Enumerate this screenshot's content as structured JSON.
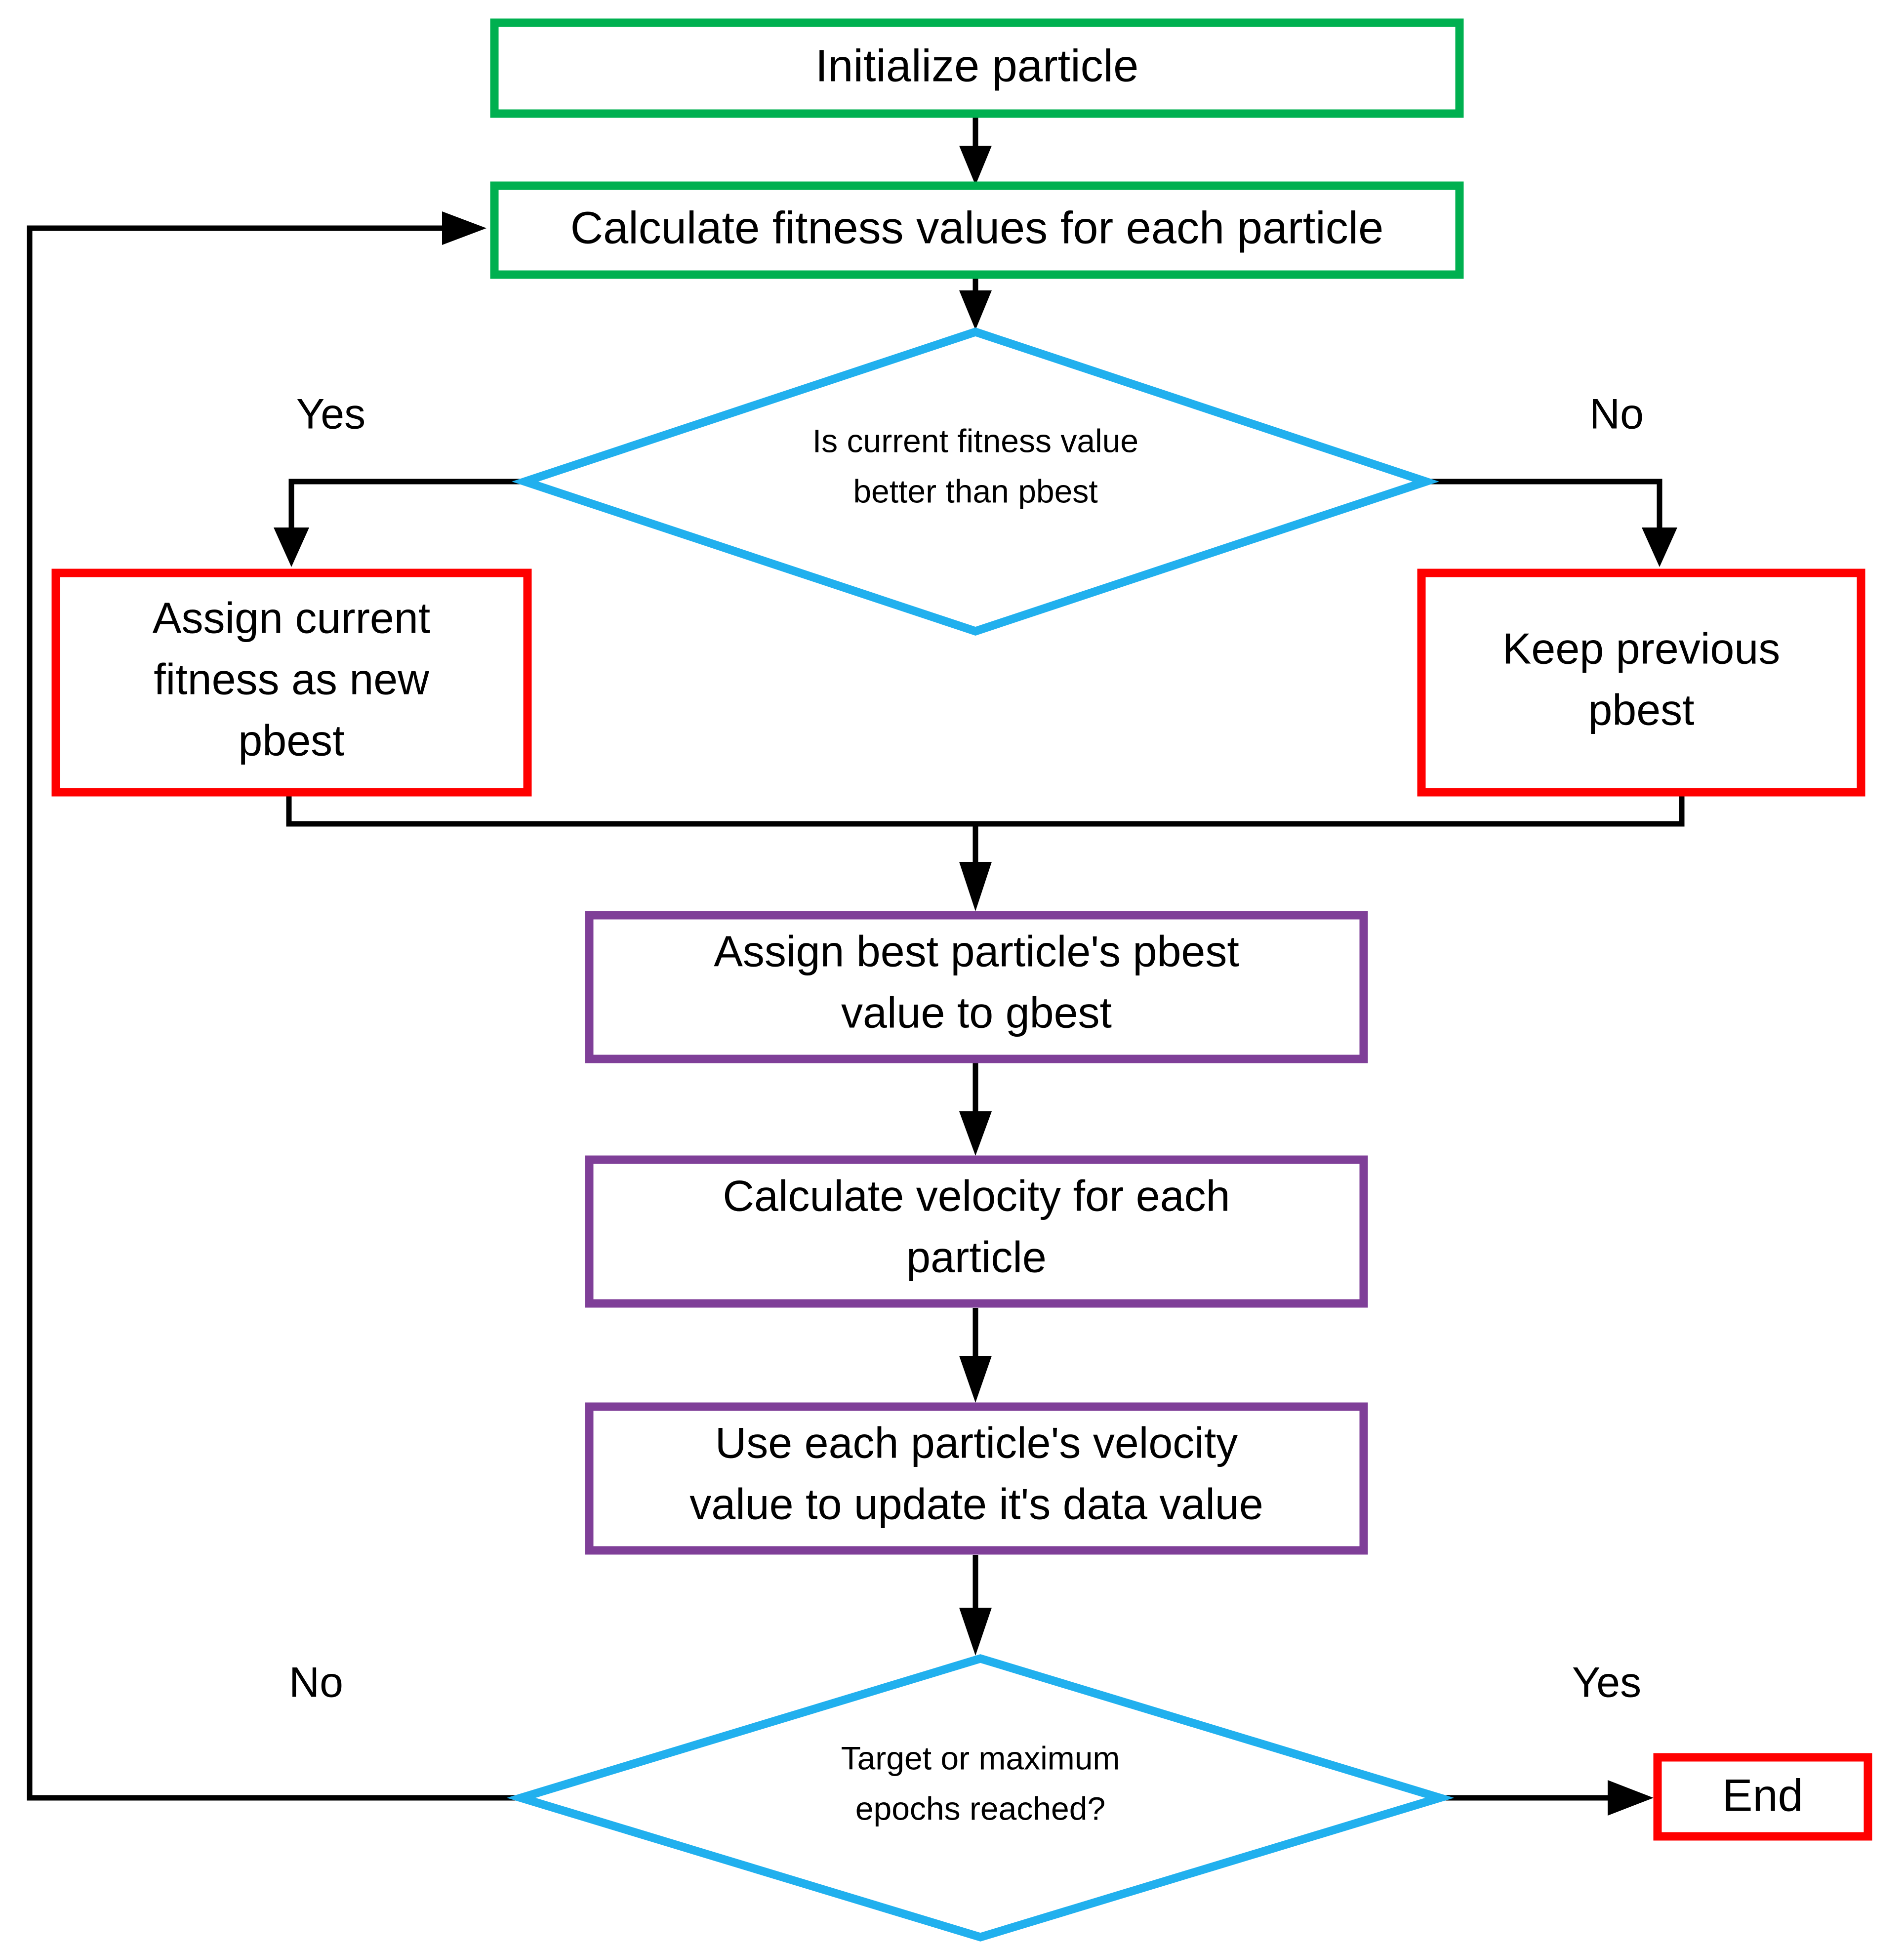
{
  "diagram": {
    "title": "Particle Swarm Optimization flowchart",
    "background": "#ffffff",
    "palette": {
      "green": "#00b050",
      "red": "#ff0000",
      "purple": "#7f3f98",
      "cyan": "#21b0ee",
      "connector": "#000000",
      "text": "#000000"
    }
  },
  "nodes": {
    "initialize_particle": {
      "label": "Initialize particle",
      "shape": "process",
      "border_color": "#00b050"
    },
    "calculate_fitness": {
      "label": "Calculate fitness values for each particle",
      "shape": "process",
      "border_color": "#00b050"
    },
    "decision_pbest": {
      "label_line1": "Is current fitness value",
      "label_line2": "better than pbest",
      "shape": "decision",
      "border_color": "#21b0ee"
    },
    "assign_new_pbest": {
      "label_line1": "Assign current",
      "label_line2": "fitness as new",
      "label_line3": "pbest",
      "shape": "process",
      "border_color": "#ff0000"
    },
    "keep_previous_pbest": {
      "label_line1": "Keep previous",
      "label_line2": "pbest",
      "shape": "process",
      "border_color": "#ff0000"
    },
    "assign_gbest": {
      "label_line1": "Assign best particle's pbest",
      "label_line2": "value to gbest",
      "shape": "process",
      "border_color": "#7f3f98"
    },
    "calculate_velocity": {
      "label_line1": "Calculate velocity for each",
      "label_line2": "particle",
      "shape": "process",
      "border_color": "#7f3f98"
    },
    "update_data_value": {
      "label_line1": "Use each particle's velocity",
      "label_line2": "value to update it's data value",
      "shape": "process",
      "border_color": "#7f3f98"
    },
    "decision_epochs": {
      "label_line1": "Target or maximum",
      "label_line2": "epochs reached?",
      "shape": "decision",
      "border_color": "#21b0ee"
    },
    "end": {
      "label": "End",
      "shape": "terminator",
      "border_color": "#ff0000"
    }
  },
  "edge_labels": {
    "pbest_yes": "Yes",
    "pbest_no": "No",
    "epochs_no": "No",
    "epochs_yes": "Yes"
  }
}
